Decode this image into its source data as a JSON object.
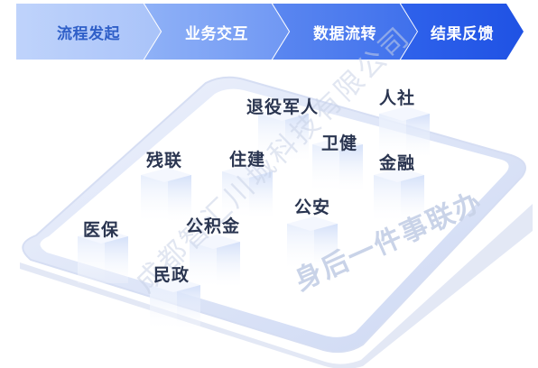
{
  "steps": [
    "流程发起",
    "业务交互",
    "数据流转",
    "结果反馈"
  ],
  "departments": {
    "veterans": "退役军人",
    "social": "人社",
    "disabled": "残联",
    "housing": "住建",
    "health": "卫健",
    "finance": "金融",
    "medical": "医保",
    "fund": "公积金",
    "police": "公安",
    "civil": "民政"
  },
  "slogan": "身后一件事联办",
  "watermark": "成都智汇川城科技有限公司",
  "colors": {
    "step_light": "#bfd3fb",
    "step_dark": "#1f52e4",
    "label": "#2a3550",
    "cube_top": "#ffffff",
    "cube_side": "#dbe6fb"
  }
}
